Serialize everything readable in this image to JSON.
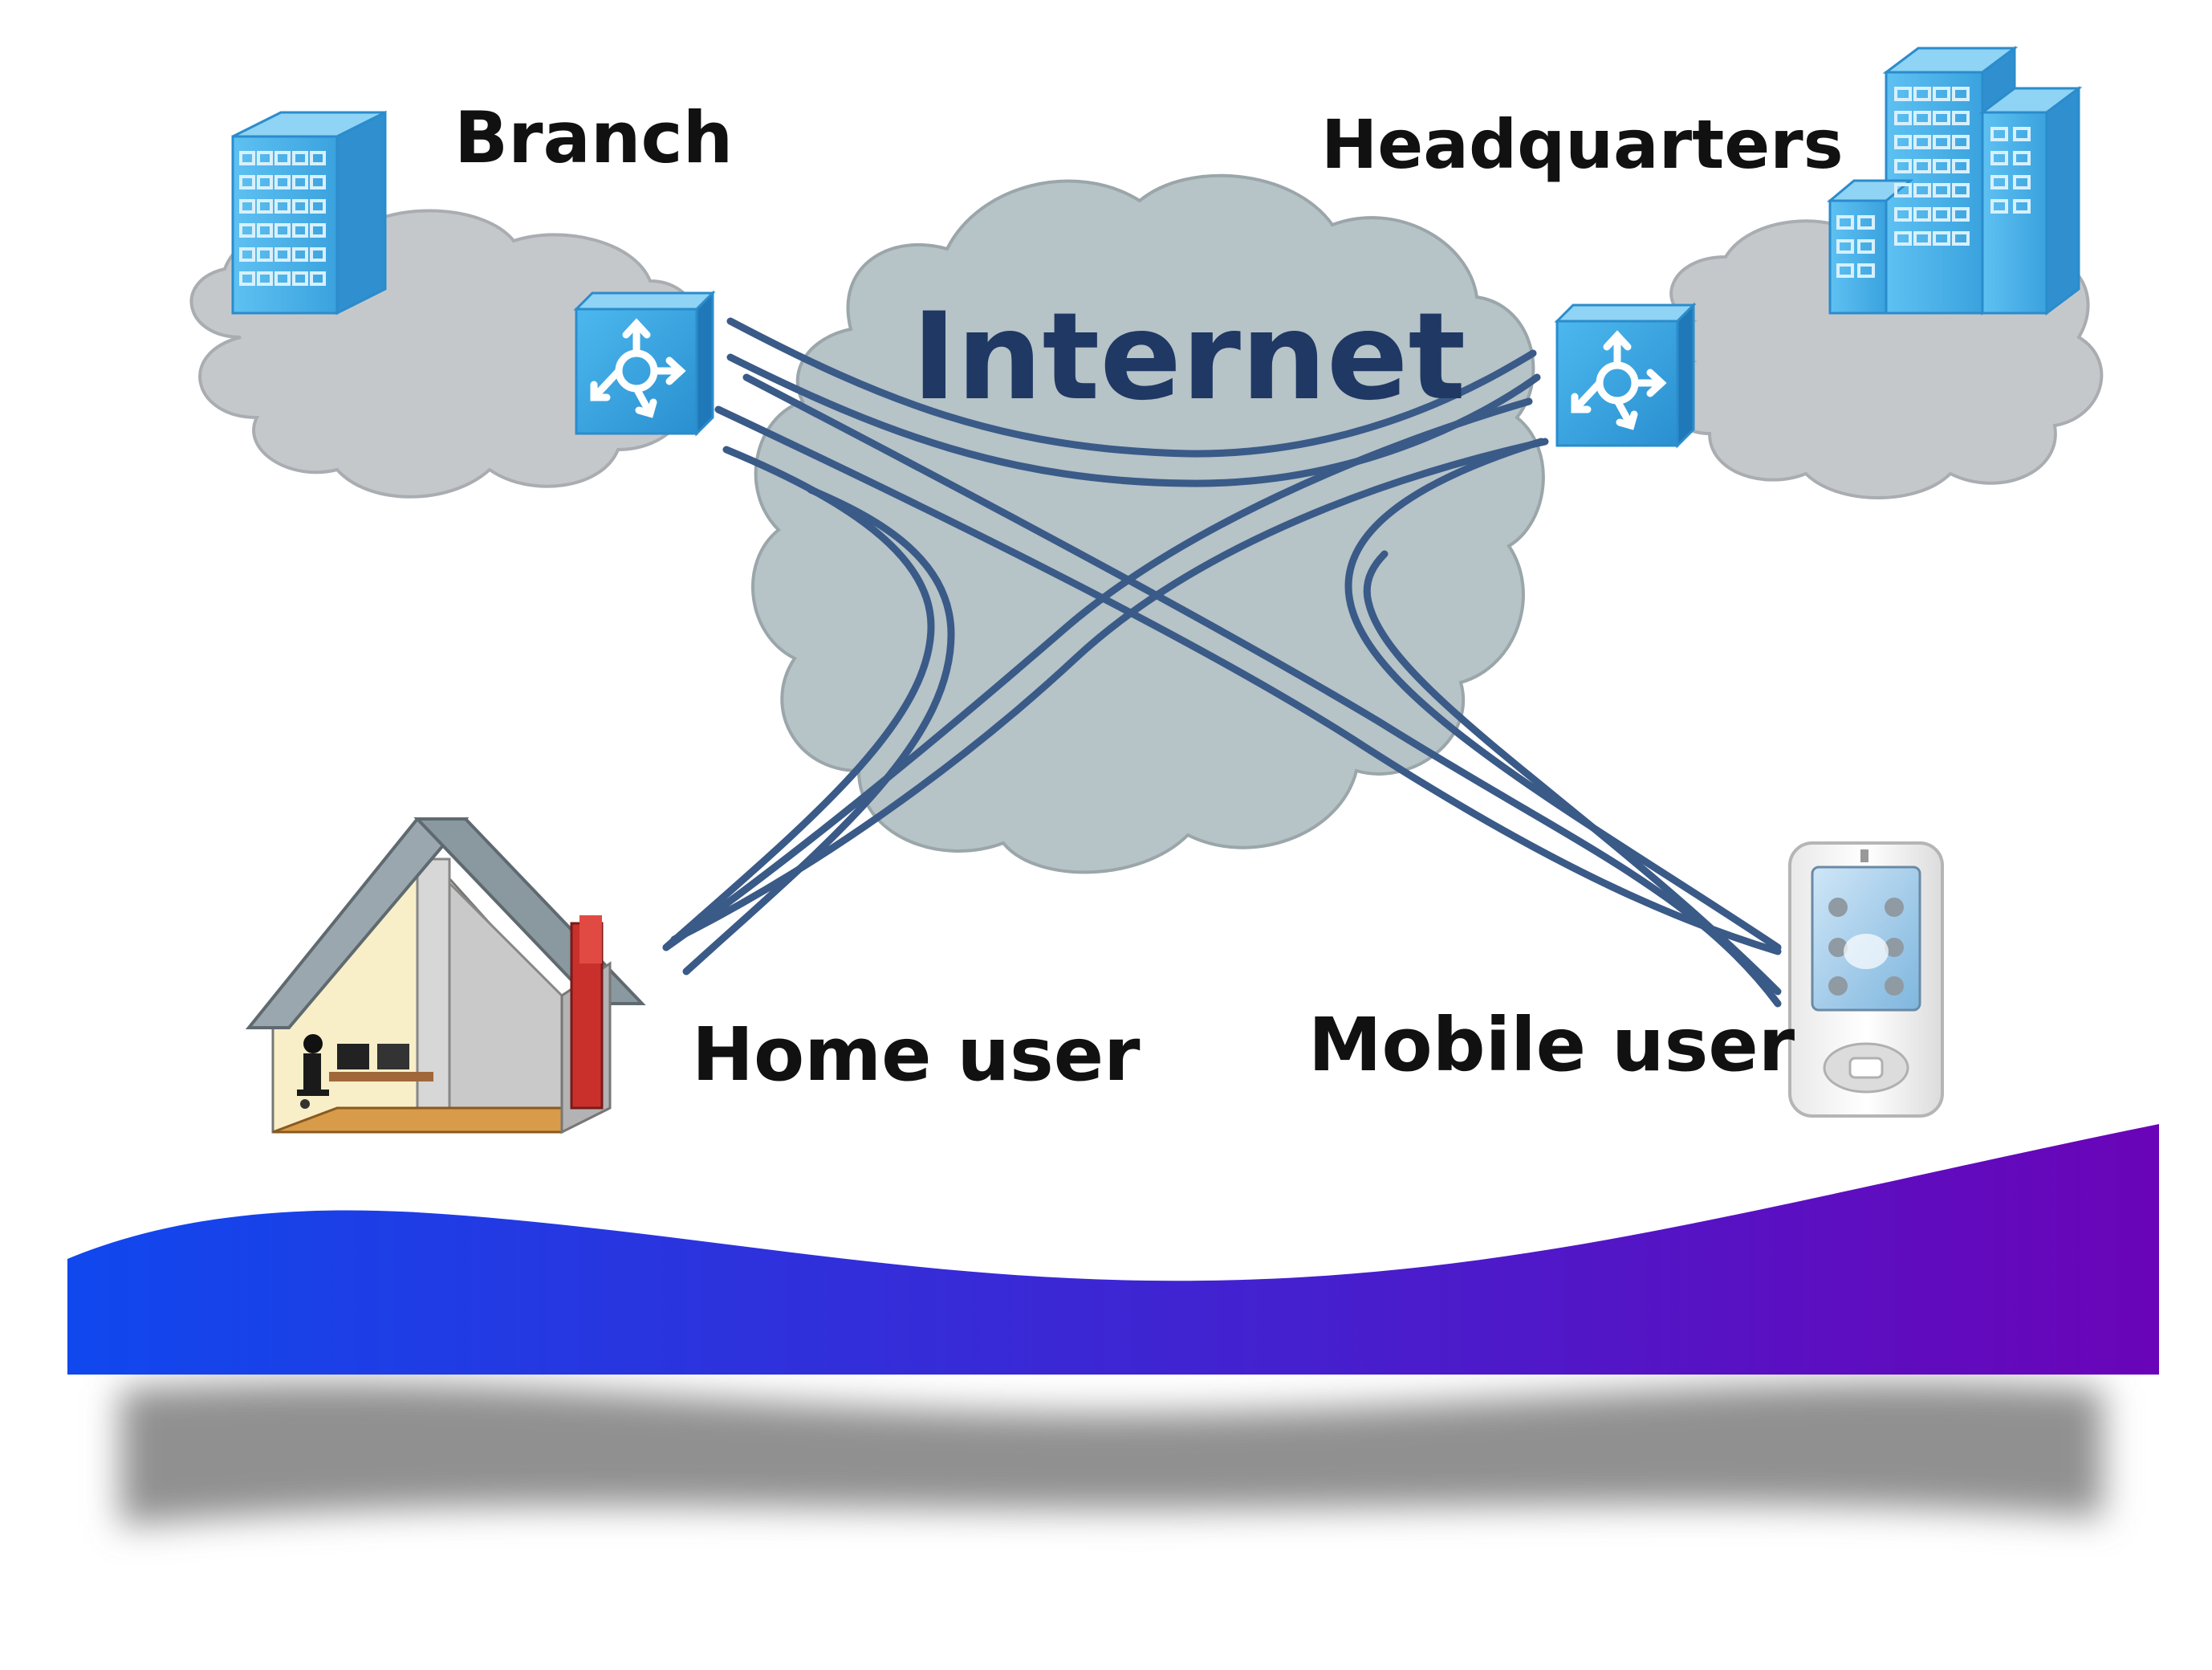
{
  "diagram": {
    "labels": {
      "branch": "Branch",
      "headquarters": "Headquarters",
      "internet": "Internet",
      "home_user": "Home user",
      "mobile_user": "Mobile user"
    },
    "nodes": [
      {
        "id": "branch",
        "kind": "office-building",
        "icon": "building-icon"
      },
      {
        "id": "branch-router",
        "kind": "router",
        "icon": "router-icon"
      },
      {
        "id": "headquarters",
        "kind": "office-buildings",
        "icon": "buildings-icon"
      },
      {
        "id": "hq-router",
        "kind": "router",
        "icon": "router-icon"
      },
      {
        "id": "internet",
        "kind": "cloud",
        "icon": "cloud-icon"
      },
      {
        "id": "home-user",
        "kind": "house",
        "icon": "house-icon"
      },
      {
        "id": "mobile-user",
        "kind": "pda",
        "icon": "pda-icon"
      }
    ],
    "tunnels": [
      {
        "from": "branch-router",
        "to": "hq-router"
      },
      {
        "from": "branch-router",
        "to": "home-user"
      },
      {
        "from": "branch-router",
        "to": "mobile-user"
      },
      {
        "from": "hq-router",
        "to": "home-user"
      },
      {
        "from": "hq-router",
        "to": "mobile-user"
      }
    ],
    "colors": {
      "tunnel": "#3a5a88",
      "internet_cloud": "#b6c3c7",
      "site_cloud": "#c5c8cb",
      "building": "#4fb3ea",
      "router": "#3aa7e0",
      "internet_text": "#1f3864",
      "banner_start": "#1048ee",
      "banner_end": "#6a04b8",
      "shadow": "#7d7d7d"
    }
  }
}
